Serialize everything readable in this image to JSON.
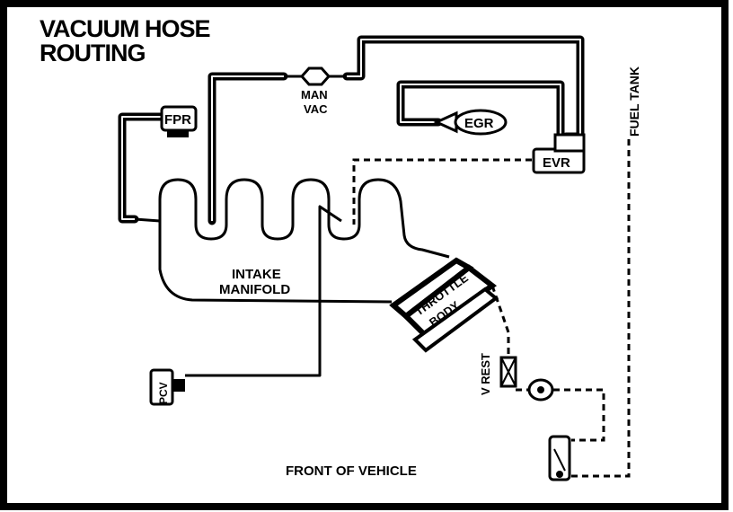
{
  "title_line1": "VACUUM HOSE",
  "title_line2": "ROUTING",
  "labels": {
    "fpr": "FPR",
    "man_vac_1": "MAN",
    "man_vac_2": "VAC",
    "egr": "EGR",
    "evr": "EVR",
    "fuel_tank": "FUEL TANK",
    "intake_1": "INTAKE",
    "intake_2": "MANIFOLD",
    "throttle_1": "THROTTLE",
    "throttle_2": "BODY",
    "pcv": "PCV",
    "v_rest": "V REST",
    "front": "FRONT OF VEHICLE"
  },
  "colors": {
    "line": "#000000",
    "background": "#ffffff"
  }
}
